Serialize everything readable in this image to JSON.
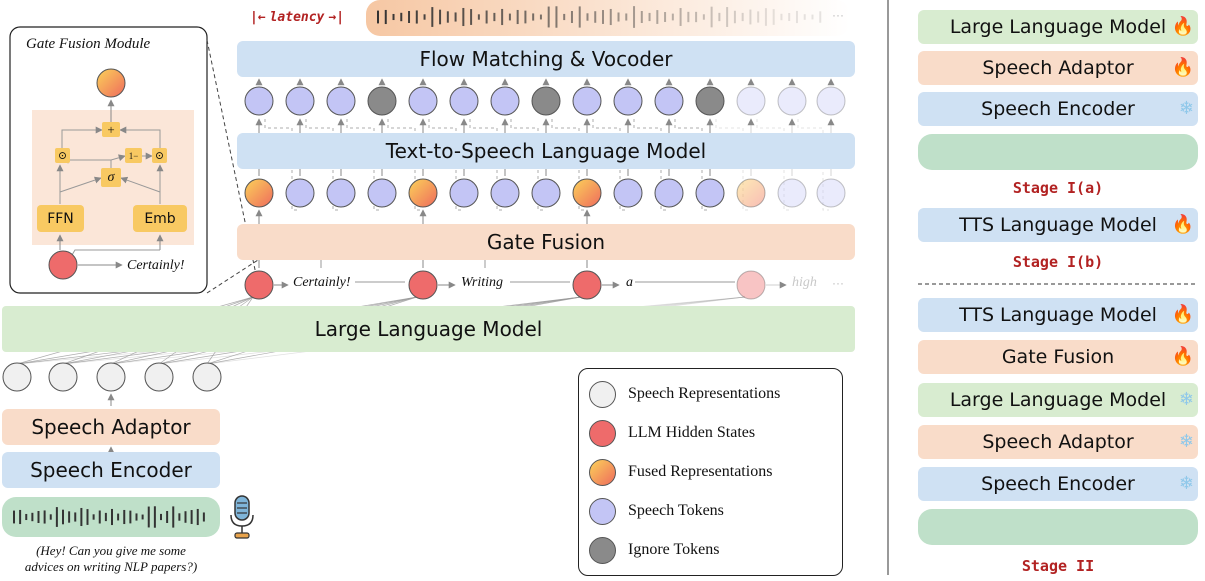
{
  "colors": {
    "llm_green": "#d8ecd0",
    "adaptor_orange": "#f9dcc9",
    "encoder_blue": "#cfe1f3",
    "waveform_green": "#bfe0c9",
    "speech_rep": "#f0f0f0",
    "hidden_state": "#ee6b6b",
    "fused_rep": "#f6a35e",
    "speech_token": "#c3c5f5",
    "ignore_token": "#8a8a8a",
    "stage_label": "#b22222"
  },
  "inset": {
    "title": "Gate Fusion Module",
    "ffn": "FFN",
    "emb": "Emb",
    "plus": "+",
    "sigma": "σ",
    "odot": "⊙",
    "one_minus": "1−",
    "word": "Certainly!"
  },
  "main": {
    "latency": "latency",
    "flow_matching": "Flow Matching & Vocoder",
    "tts_lm": "Text-to-Speech Language Model",
    "gate_fusion": "Gate Fusion",
    "llm": "Large Language Model",
    "words": [
      "Certainly!",
      "Writing",
      "a",
      "high"
    ],
    "ellipsis": "···",
    "speech_adaptor": "Speech Adaptor",
    "speech_encoder": "Speech Encoder",
    "query_line1": "(Hey! Can you give me some",
    "query_line2": "advices on writing NLP papers?)",
    "mic_icon": "microphone-icon"
  },
  "legend": [
    {
      "label": "Speech Representations",
      "color": "#f0f0f0"
    },
    {
      "label": "LLM Hidden States",
      "color": "#ee6b6b"
    },
    {
      "label": "Fused Representations",
      "color": "#f6a35e"
    },
    {
      "label": "Speech Tokens",
      "color": "#c3c5f5"
    },
    {
      "label": "Ignore Tokens",
      "color": "#8a8a8a"
    }
  ],
  "stages": {
    "stage1a": {
      "blocks": [
        {
          "label": "Large Language Model",
          "color": "green",
          "icon": "fire-icon"
        },
        {
          "label": "Speech Adaptor",
          "color": "orange",
          "icon": "fire-icon"
        },
        {
          "label": "Speech Encoder",
          "color": "blue",
          "icon": "snowflake-icon"
        }
      ],
      "label": "Stage I(a)"
    },
    "stage1b": {
      "blocks": [
        {
          "label": "TTS Language Model",
          "color": "blue",
          "icon": "fire-icon"
        }
      ],
      "label": "Stage I(b)"
    },
    "stage2": {
      "blocks": [
        {
          "label": "TTS Language Model",
          "color": "blue",
          "icon": "fire-icon"
        },
        {
          "label": "Gate Fusion",
          "color": "orange",
          "icon": "fire-icon"
        },
        {
          "label": "Large Language Model",
          "color": "green",
          "icon": "snowflake-icon"
        },
        {
          "label": "Speech Adaptor",
          "color": "orange",
          "icon": "snowflake-icon"
        },
        {
          "label": "Speech Encoder",
          "color": "blue",
          "icon": "snowflake-icon"
        }
      ],
      "label": "Stage II"
    }
  },
  "icons": {
    "fire": "🔥",
    "snowflake": "❄"
  }
}
